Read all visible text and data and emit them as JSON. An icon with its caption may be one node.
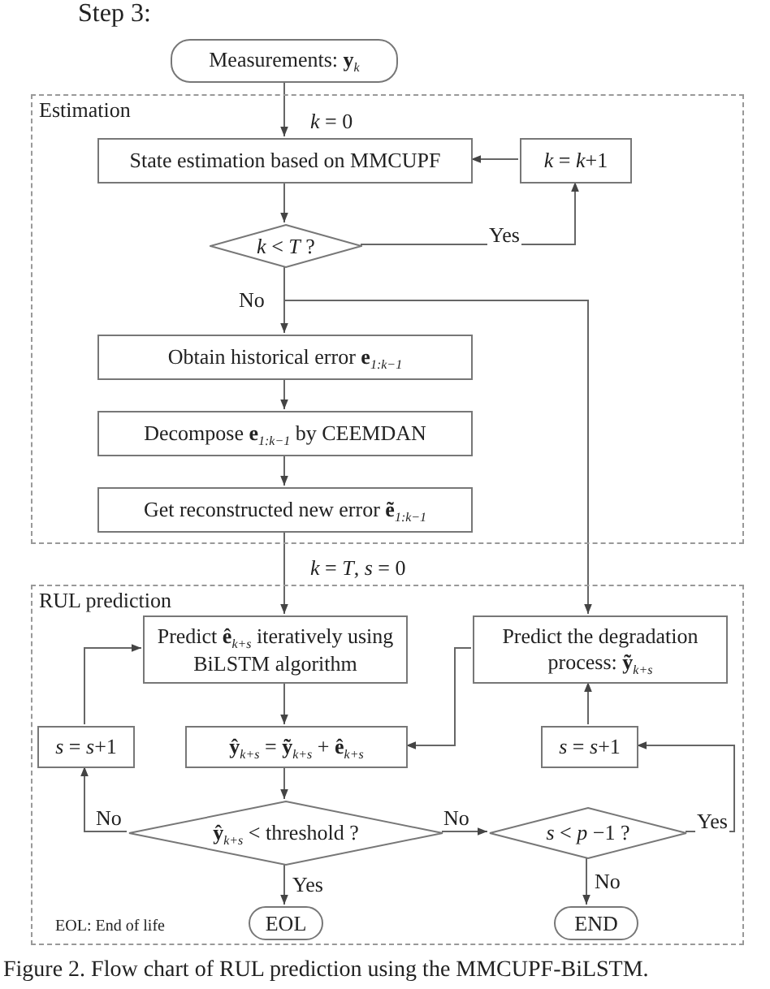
{
  "diagram": {
    "caption": "Figure 2. Flow chart of RUL prediction using the MMCUPF-BiLSTM.",
    "nodes": [
      {
        "text": [
          "Measurements: **y**$_{k}$"
        ]
      },
      {
        "text": [
          "Estimation"
        ]
      },
      {
        "text": [
          "State estimation based on MMCUPF"
        ],
        "in": 1
      },
      {
        "text": [
          "*k* = *k*+1"
        ],
        "in": 1
      },
      {
        "text": [
          "*k* < *T* ?"
        ],
        "in": 1
      },
      {
        "text": [
          "Obtain historical error **e**$_{1:k−1}$"
        ],
        "in": 1
      },
      {
        "text": [
          "Decompose **e**$_{1:k−1}$ by CEEMDAN"
        ],
        "in": 1
      },
      {
        "text": [
          "Get reconstructed new error **ẽ**$_{1:k−1}$"
        ],
        "in": 1
      },
      {
        "text": [
          "RUL prediction"
        ]
      },
      {
        "text": [
          "Predict **ê**$_{k+s}$ iteratively using BiLSTM algorithm"
        ],
        "in": 8
      },
      {
        "text": [
          "Predict the degradation process: **ỹ**$_{k+s}$"
        ],
        "in": 8
      },
      {
        "text": [
          "*s* = *s*+1"
        ],
        "in": 8
      },
      {
        "text": [
          "**ŷ**$_{k+s}$ = **ỹ**$_{k+s}$ + **ê**$_{k+s}$"
        ],
        "in": 8
      },
      {
        "text": [
          "*s* = *s*+1"
        ],
        "in": 8
      },
      {
        "text": [
          "**ŷ**$_{k+s}$ < threshold ?"
        ],
        "in": 8
      },
      {
        "text": [
          "*s* < *p* −1 ?"
        ],
        "in": 8
      },
      {
        "text": [
          "EOL"
        ],
        "in": 8
      },
      {
        "text": [
          "END"
        ],
        "in": 8
      }
    ],
    "edges": [
      {
        "from": 0,
        "to": 2,
        "arrow": "to",
        "label": "*k* = 0"
      },
      {
        "from": 3,
        "to": 2,
        "arrow": "to"
      },
      {
        "from": 2,
        "to": 4,
        "arrow": "to"
      },
      {
        "from": 4,
        "to": 3,
        "arrow": "to",
        "label": "Yes"
      },
      {
        "from": 4,
        "to": 5,
        "arrow": "to",
        "label": "No"
      },
      {
        "from": 4,
        "to": 10,
        "arrow": "to"
      },
      {
        "from": 5,
        "to": 6,
        "arrow": "to"
      },
      {
        "from": 6,
        "to": 7,
        "arrow": "to"
      },
      {
        "from": 7,
        "to": 9,
        "arrow": "to",
        "label": "*k* = *T*, *s* = 0"
      },
      {
        "from": 10,
        "to": 12,
        "arrow": "to"
      },
      {
        "from": 9,
        "to": 12,
        "arrow": "to"
      },
      {
        "from": 12,
        "to": 14,
        "arrow": "to"
      },
      {
        "from": 14,
        "to": 11,
        "arrow": "to",
        "label": "No"
      },
      {
        "from": 11,
        "to": 9,
        "arrow": "to"
      },
      {
        "from": 14,
        "to": 15,
        "arrow": "to",
        "label": "No"
      },
      {
        "from": 14,
        "to": 16,
        "arrow": "to",
        "label": "Yes"
      },
      {
        "from": 15,
        "to": 13,
        "arrow": "to",
        "label": "Yes"
      },
      {
        "from": 13,
        "to": 10,
        "arrow": "to"
      },
      {
        "from": 15,
        "to": 17,
        "arrow": "to",
        "label": "No"
      }
    ],
    "labels": [
      "Step 3:",
      "EOL: End of life"
    ]
  }
}
